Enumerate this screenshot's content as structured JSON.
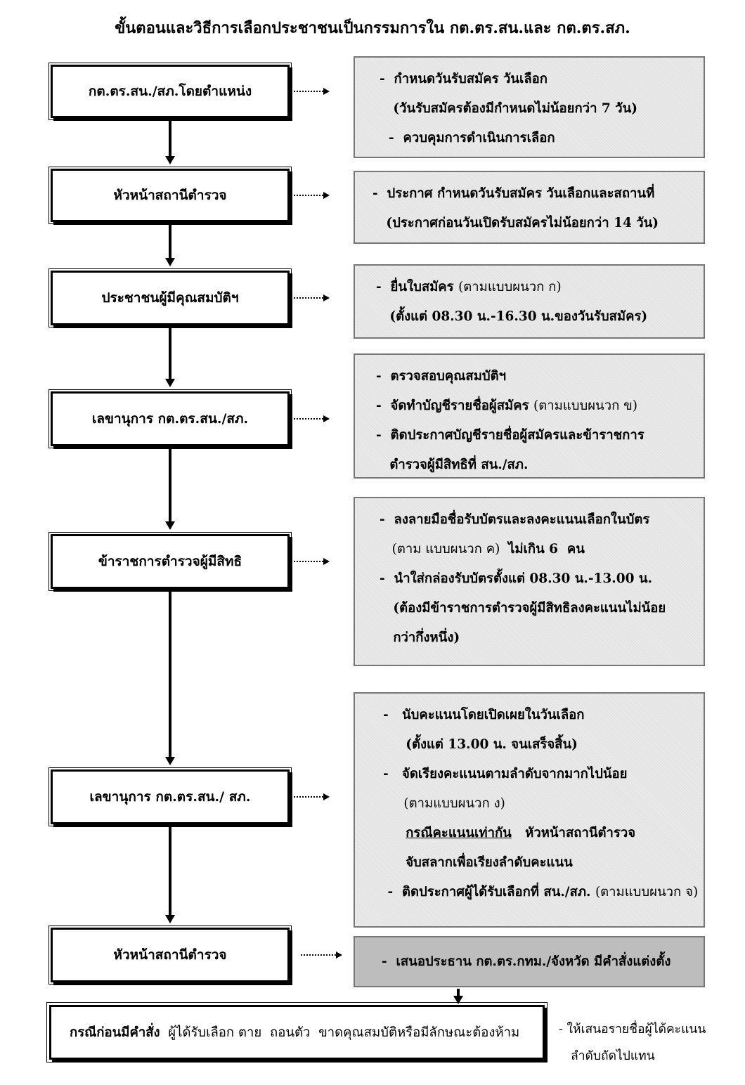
{
  "title": "ขั้นตอนและวิธีการเลือกประชาชนเป็นกรรมการใน กต.ตร.สน.และ กต.ตร.สภ.",
  "steps": [
    {
      "label": "กต.ตร.สน./สภ.โดยตำแหน่ง"
    },
    {
      "label": "หัวหน้าสถานีตำรวจ"
    },
    {
      "label": "ประชาชนผู้มีคุณสมบัติฯ"
    },
    {
      "label": "เลขานุการ กต.ตร.สน./สภ."
    },
    {
      "label": "ข้าราชการตำรวจผู้มีสิทธิ"
    },
    {
      "label": "เลขานุการ กต.ตร.สน./ สภ."
    },
    {
      "label": "หัวหน้าสถานีตำรวจ"
    }
  ],
  "details": [
    [
      [
        {
          "t": "-  กำหนดวันรับสมัคร วันเลือก",
          "b": true
        }
      ],
      [
        {
          "t": "   (วันรับสมัครต้องมีกำหนดไม่น้อยกว่า 7 วัน)",
          "b": true
        }
      ],
      [
        {
          "t": "  -  ควบคุมการดำเนินการเลือก",
          "b": true
        }
      ]
    ],
    [
      [
        {
          "t": "-  ประกาศ กำหนดวันรับสมัคร วันเลือกและสถานที่",
          "b": true
        }
      ],
      [
        {
          "t": "   (ประกาศก่อนวันเปิดรับสมัครไม่น้อยกว่า 14 วัน)",
          "b": true
        }
      ]
    ],
    [
      [
        {
          "t": "-  ยื่นใบสมัคร ",
          "b": true
        },
        {
          "t": "(ตามแบบผนวก ก)",
          "b": false
        }
      ],
      [
        {
          "t": "   (ตั้งแต่ 08.30 น.-16.30 น.ของวันรับสมัคร)",
          "b": true
        }
      ]
    ],
    [
      [
        {
          "t": "-  ตรวจสอบคุณสมบัติฯ",
          "b": true
        }
      ],
      [
        {
          "t": "-  จัดทำบัญชีรายชื่อผู้สมัคร ",
          "b": true
        },
        {
          "t": "(ตามแบบผนวก ข)",
          "b": false
        }
      ],
      [
        {
          "t": "-  ติดประกาศบัญชีรายชื่อผู้สมัครและข้าราชการ",
          "b": true
        }
      ],
      [
        {
          "t": "   ตำรวจผู้มีสิทธิที่ สน./สภ.",
          "b": true
        }
      ]
    ],
    [
      [
        {
          "t": "-  ลงลายมือชื่อรับบัตรและลงคะแนนเลือกในบัตร",
          "b": true
        }
      ],
      [
        {
          "t": "   (ตาม แบบผนวก ค)  ",
          "b": false
        },
        {
          "t": "ไม่เกิน 6  คน",
          "b": true
        }
      ],
      [
        {
          "t": "-  นำใส่กล่องรับบัตรตั้งแต่ 08.30 น.-13.00 น.",
          "b": true
        }
      ],
      [
        {
          "t": "   (ต้องมีข้าราชการตำรวจผู้มีสิทธิลงคะแนนไม่น้อย",
          "b": true
        }
      ],
      [
        {
          "t": "   กว่ากึ่งหนึ่ง)",
          "b": true
        }
      ]
    ],
    [
      [
        {
          "t": "-   นับคะแนนโดยเปิดเผยในวันเลือก",
          "b": true
        }
      ],
      [
        {
          "t": "     (ตั้งแต่ 13.00 น. จนเสร็จสิ้น)",
          "b": true
        }
      ],
      [
        {
          "t": "-   จัดเรียงคะแนนตามลำดับจากมากไปน้อย",
          "b": true
        }
      ],
      [
        {
          "t": "     (ตามแบบผนวก ง)",
          "b": false
        }
      ],
      [
        {
          "t": "     ",
          "b": true
        },
        {
          "t": "กรณีคะแนนเท่ากัน",
          "b": true,
          "u": true
        },
        {
          "t": "   หัวหน้าสถานีตำรวจ",
          "b": true
        }
      ],
      [
        {
          "t": "     จับสลากเพื่อเรียงลำดับคะแนน",
          "b": true
        }
      ],
      [
        {
          "t": " -  ติดประกาศผู้ได้รับเลือกที่ สน./สภ. ",
          "b": true
        },
        {
          "t": "(ตามแบบผนวก จ)",
          "b": false
        }
      ]
    ],
    [
      [
        {
          "t": "-  เสนอประธาน กต.ตร.กทม./จังหวัด มีคำสั่งแต่งตั้ง",
          "b": true
        }
      ]
    ]
  ],
  "bottom": {
    "bold": "กรณีก่อนมีคำสั่ง",
    "rest": "  ผู้ได้รับเลือก ตาย  ถอนตัว  ขาดคุณสมบัติหรือมีลักษณะต้องห้าม"
  },
  "note": {
    "line1": "- ให้เสนอรายชื่อผู้ได้คะแนน",
    "line2": "ลำดับถัดไปแทน"
  }
}
